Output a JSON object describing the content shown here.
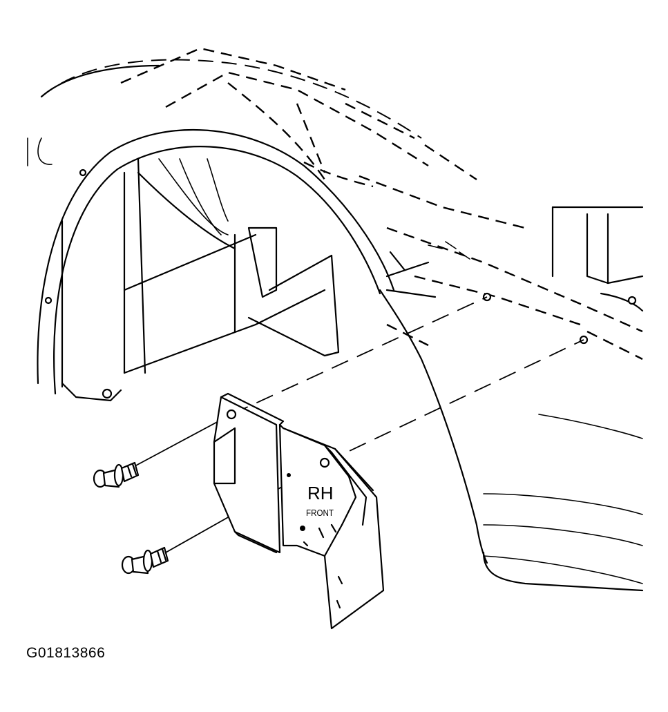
{
  "figure": {
    "id_label": "G01813866",
    "bracket_marking": "RH",
    "bracket_sub_marking": "FRONT"
  }
}
